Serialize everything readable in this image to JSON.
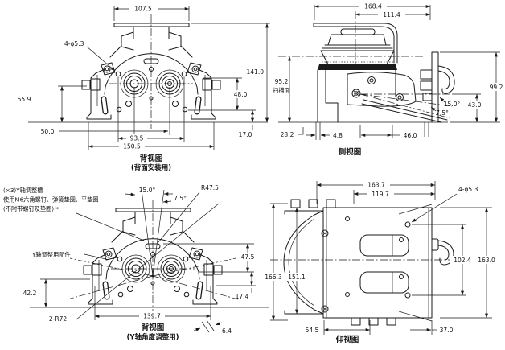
{
  "drawing": {
    "rear_mount": {
      "title": "背视图",
      "subtitle": "(背面安装用)",
      "dim_top_width": "107.5",
      "label_holes": "4-φ5.3",
      "dim_height": "141.0",
      "dim_left_height": "55.9",
      "dim_right_height": "48.0",
      "dim_connector_spacing": "50.0",
      "dim_hole_spacing": "93.5",
      "dim_overall_width": "150.5",
      "dim_bottom_offset": "17.0"
    },
    "side": {
      "title": "侧视图",
      "dim_overall_width": "168.4",
      "dim_bracket_width": "111.4",
      "dim_scan_height": "95.2",
      "label_scan_plane": "扫描面",
      "dim_right_height": "99.2",
      "angle_main": "15.0°",
      "angle_half": "7.5°",
      "dim_pivot_height": "43.0",
      "dim_bottom_left": "28.2",
      "dim_gap": "4.8",
      "dim_bottom_right": "46.0"
    },
    "rear_adjust": {
      "title": "背视图",
      "subtitle": "(Y轴角度调整用)",
      "note_line1": "(×3)Y轴调整槽",
      "note_line2": "使用M6六角螺钉、弹簧垫圈、平垫圈",
      "note_line3": "(不附带螺钉及垫圈) *",
      "label_fitting": "Y轴调整用配件",
      "angle_main": "15.0°",
      "angle_half": "7.5°",
      "label_radius": "R47.5",
      "dim_slot_height": "47.5",
      "dim_left_height": "42.2",
      "dim_bottom_offset": "17.4",
      "dim_width": "139.7",
      "label_slot_radius": "2-R72",
      "dim_slot_width": "6.4"
    },
    "bottom": {
      "title": "仰视图",
      "dim_overall_width": "163.7",
      "dim_inner_width": "119.7",
      "label_holes": "4-φ5.3",
      "dim_overall_height": "166.3",
      "dim_inner_height": "151.1",
      "dim_hole_spacing": "102.4",
      "dim_right_height": "163.0",
      "dim_bottom_left": "54.5",
      "dim_bottom_right": "37.0"
    }
  }
}
